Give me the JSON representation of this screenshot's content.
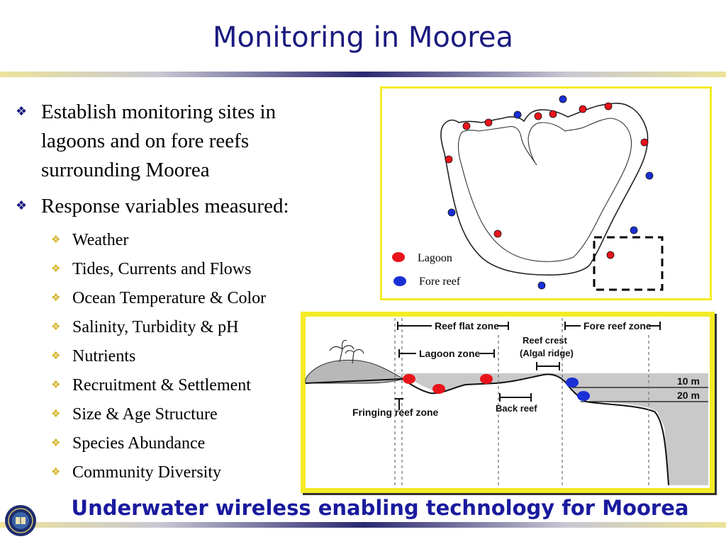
{
  "slide": {
    "title": "Monitoring in Moorea",
    "footer": "Underwater wireless enabling technology for Moorea"
  },
  "bullets": {
    "main": [
      {
        "text": "Establish monitoring sites in"
      },
      {
        "text": "lagoons and on fore reefs"
      },
      {
        "text": "surrounding Moorea"
      }
    ],
    "second": "Response variables measured:",
    "sub": [
      "Weather",
      "Tides, Currents and Flows",
      "Ocean Temperature & Color",
      "Salinity, Turbidity & pH",
      "Nutrients",
      "Recruitment & Settlement",
      "Size & Age Structure",
      "Species Abundance",
      "Community Diversity"
    ]
  },
  "map": {
    "legend_lagoon": "Lagoon",
    "legend_fore_reef": "Fore reef",
    "colors": {
      "lagoon": "#e8141a",
      "fore_reef": "#1a2fd6",
      "frame": "#f4ec26"
    }
  },
  "profile": {
    "reef_flat_zone": "Reef flat zone",
    "fore_reef_zone": "Fore reef zone",
    "reef_crest": "Reef crest",
    "algal_ridge": "(Algal ridge)",
    "lagoon_zone": "Lagoon zone",
    "depth_10": "10 m",
    "depth_20": "20 m",
    "fringing_reef_zone": "Fringing reef zone",
    "back_reef": "Back reef"
  }
}
